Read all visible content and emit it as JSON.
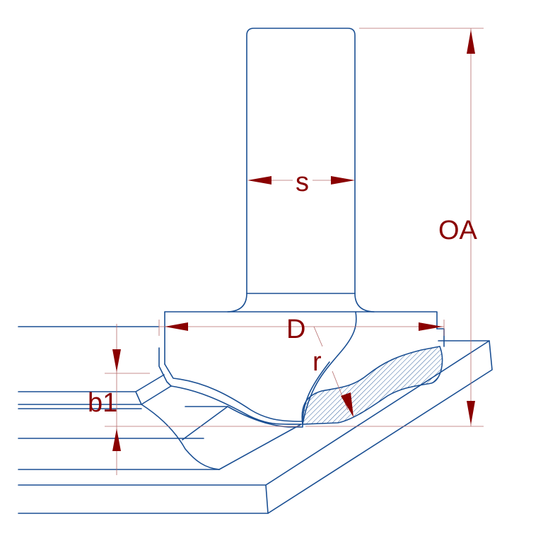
{
  "figure": {
    "labels": {
      "shank_diameter": "s",
      "overall_length": "OA",
      "cutting_diameter": "D",
      "radius": "r",
      "cut_depth": "b1"
    },
    "colors": {
      "outline": "#1a4f93",
      "dimension": "#8a0000",
      "leader": "#b46a6a"
    }
  }
}
